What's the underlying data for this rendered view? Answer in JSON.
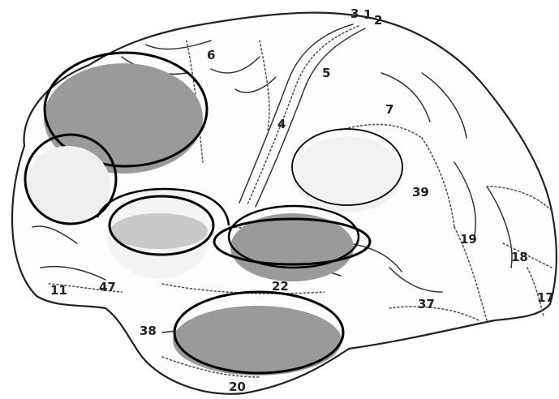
{
  "areas": [
    {
      "id": "6",
      "label": "6"
    },
    {
      "id": "3",
      "label": "3"
    },
    {
      "id": "1",
      "label": "1"
    },
    {
      "id": "2",
      "label": "2"
    },
    {
      "id": "5",
      "label": "5"
    },
    {
      "id": "7",
      "label": "7"
    },
    {
      "id": "4",
      "label": "4"
    },
    {
      "id": "39",
      "label": "39"
    },
    {
      "id": "19",
      "label": "19"
    },
    {
      "id": "18",
      "label": "18"
    },
    {
      "id": "17",
      "label": "17"
    },
    {
      "id": "22",
      "label": "22"
    },
    {
      "id": "37",
      "label": "37"
    },
    {
      "id": "38",
      "label": "38"
    },
    {
      "id": "11",
      "label": "11"
    },
    {
      "id": "47",
      "label": "47"
    },
    {
      "id": "20",
      "label": "20"
    }
  ],
  "colors": {
    "dark_overlay": "#9a9a9a",
    "light_overlay": "#ececec",
    "outline": "#000000"
  }
}
